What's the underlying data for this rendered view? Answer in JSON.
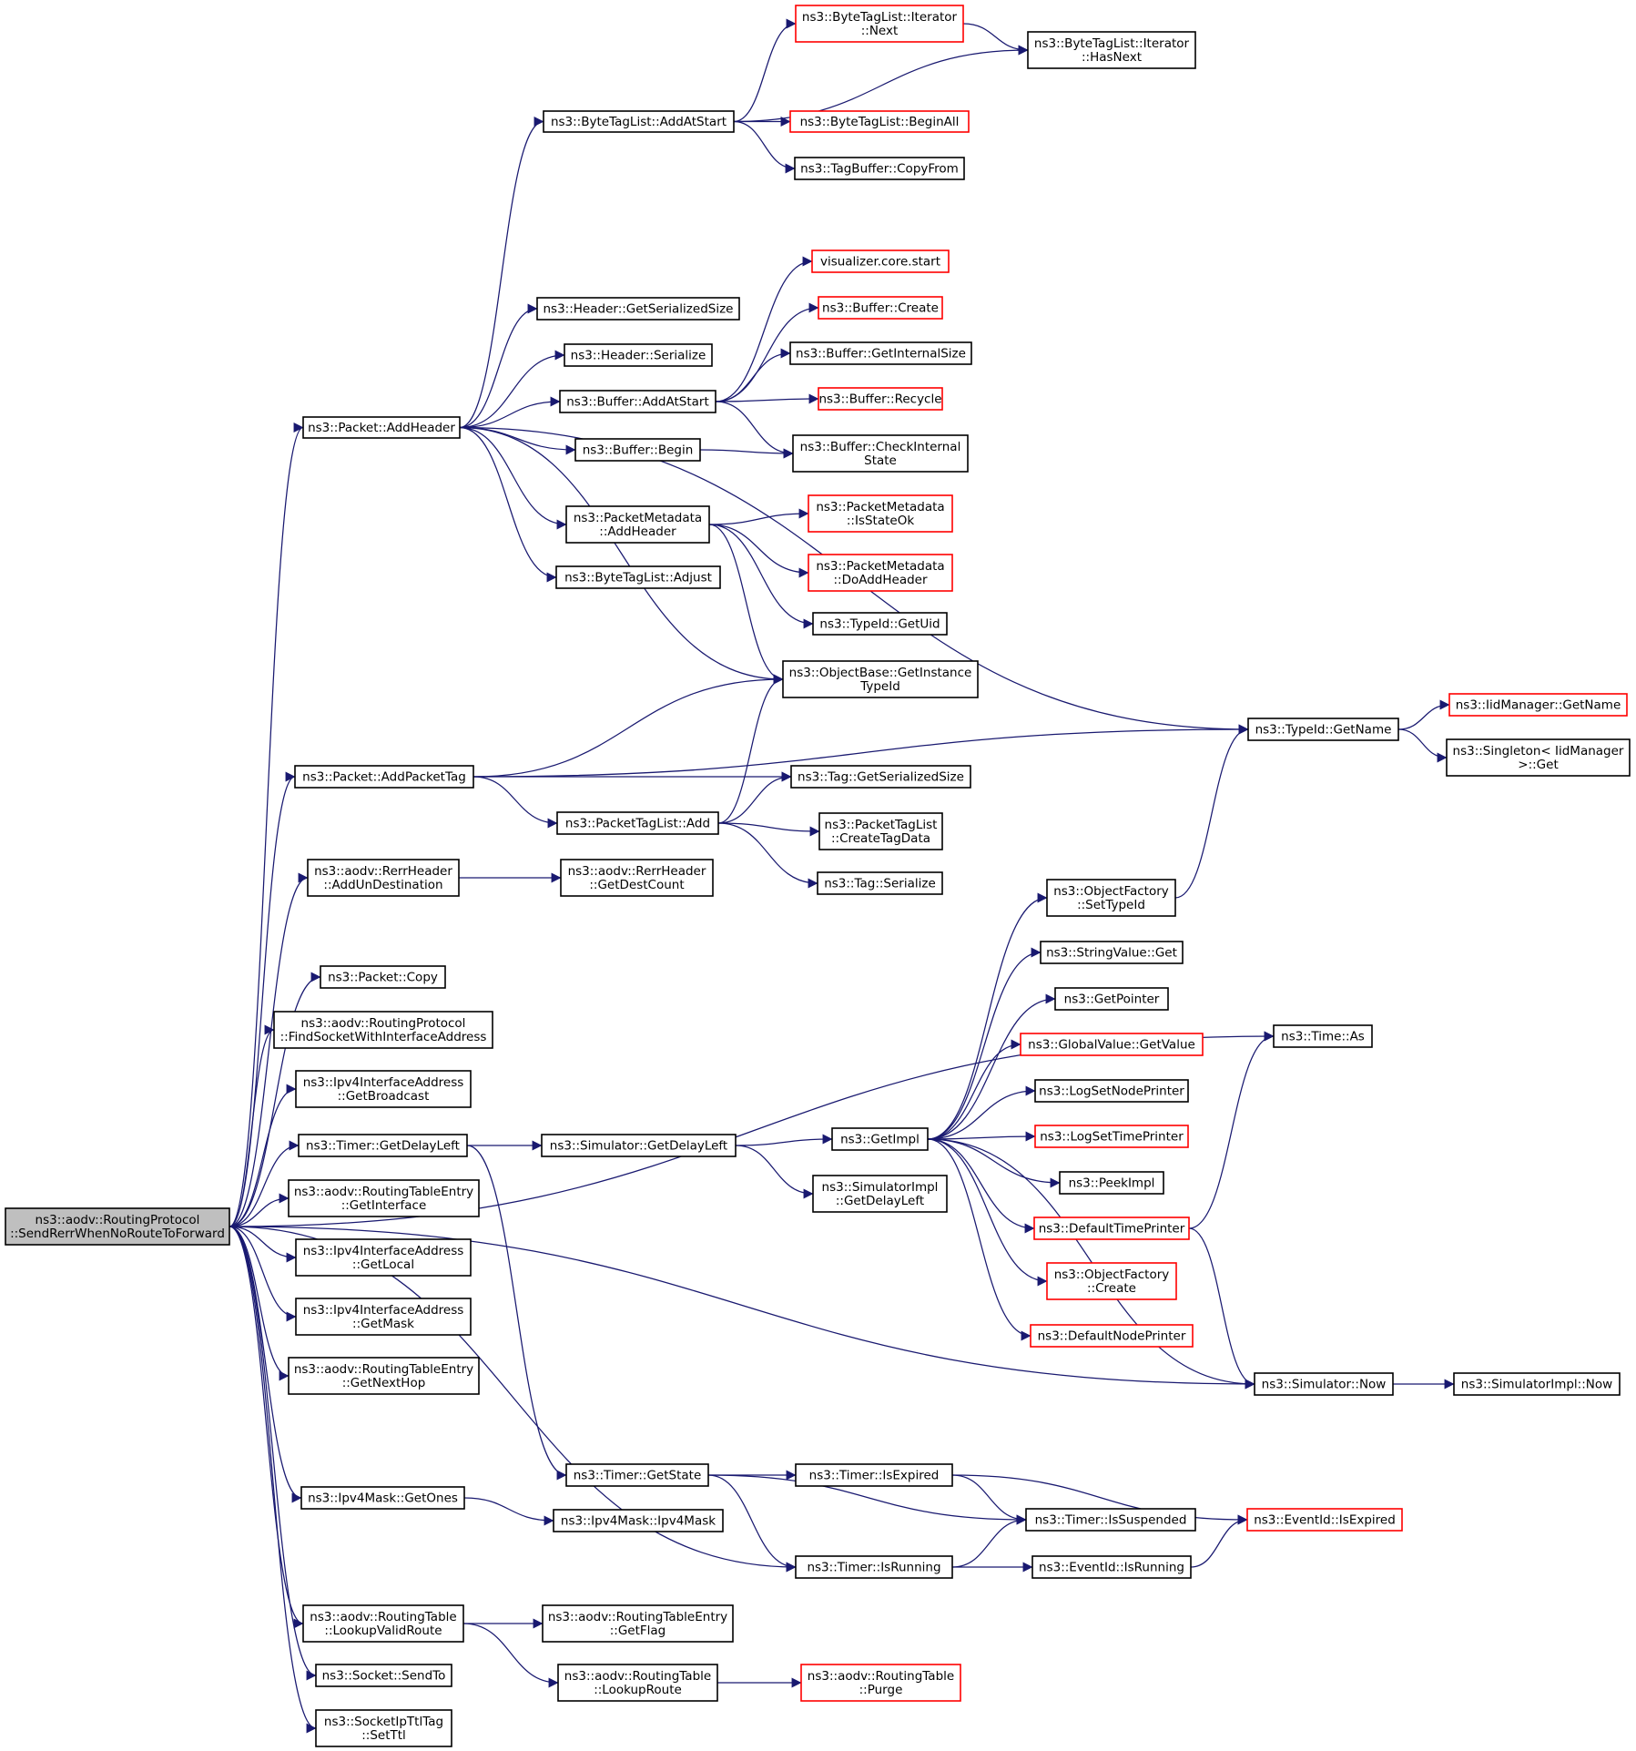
{
  "colors": {
    "edge": "#191970",
    "node_border_normal": "#000000",
    "node_border_truncated": "#ff0000",
    "root_fill": "#bfbfbf",
    "node_fill": "#ffffff",
    "background": "#ffffff"
  },
  "nodes": [
    {
      "id": "root",
      "lines": [
        "ns3::aodv::RoutingProtocol",
        "::SendRerrWhenNoRouteToForward"
      ],
      "style": "root"
    },
    {
      "id": "addHeader",
      "lines": [
        "ns3::Packet::AddHeader"
      ],
      "style": "normal"
    },
    {
      "id": "addPacketTag",
      "lines": [
        "ns3::Packet::AddPacketTag"
      ],
      "style": "normal"
    },
    {
      "id": "rerrAddUn",
      "lines": [
        "ns3::aodv::RerrHeader",
        "::AddUnDestination"
      ],
      "style": "normal"
    },
    {
      "id": "packetCopy",
      "lines": [
        "ns3::Packet::Copy"
      ],
      "style": "normal"
    },
    {
      "id": "findSocket",
      "lines": [
        "ns3::aodv::RoutingProtocol",
        "::FindSocketWithInterfaceAddress"
      ],
      "style": "normal"
    },
    {
      "id": "ipv4Broadcast",
      "lines": [
        "ns3::Ipv4InterfaceAddress",
        "::GetBroadcast"
      ],
      "style": "normal"
    },
    {
      "id": "timerDelayLeft",
      "lines": [
        "ns3::Timer::GetDelayLeft"
      ],
      "style": "normal"
    },
    {
      "id": "rtGetInterface",
      "lines": [
        "ns3::aodv::RoutingTableEntry",
        "::GetInterface"
      ],
      "style": "normal"
    },
    {
      "id": "ipv4Local",
      "lines": [
        "ns3::Ipv4InterfaceAddress",
        "::GetLocal"
      ],
      "style": "normal"
    },
    {
      "id": "ipv4Mask",
      "lines": [
        "ns3::Ipv4InterfaceAddress",
        "::GetMask"
      ],
      "style": "normal"
    },
    {
      "id": "rtNextHop",
      "lines": [
        "ns3::aodv::RoutingTableEntry",
        "::GetNextHop"
      ],
      "style": "normal"
    },
    {
      "id": "maskGetOnes",
      "lines": [
        "ns3::Ipv4Mask::GetOnes"
      ],
      "style": "normal"
    },
    {
      "id": "lookupValid",
      "lines": [
        "ns3::aodv::RoutingTable",
        "::LookupValidRoute"
      ],
      "style": "normal"
    },
    {
      "id": "socketSendTo",
      "lines": [
        "ns3::Socket::SendTo"
      ],
      "style": "normal"
    },
    {
      "id": "setTtl",
      "lines": [
        "ns3::SocketIpTtlTag",
        "::SetTtl"
      ],
      "style": "normal"
    },
    {
      "id": "btlAddAtStart",
      "lines": [
        "ns3::ByteTagList::AddAtStart"
      ],
      "style": "normal"
    },
    {
      "id": "hdrSerSize",
      "lines": [
        "ns3::Header::GetSerializedSize"
      ],
      "style": "normal"
    },
    {
      "id": "hdrSerialize",
      "lines": [
        "ns3::Header::Serialize"
      ],
      "style": "normal"
    },
    {
      "id": "bufAddAtStart",
      "lines": [
        "ns3::Buffer::AddAtStart"
      ],
      "style": "normal"
    },
    {
      "id": "bufBegin",
      "lines": [
        "ns3::Buffer::Begin"
      ],
      "style": "normal"
    },
    {
      "id": "pmAddHeader",
      "lines": [
        "ns3::PacketMetadata",
        "::AddHeader"
      ],
      "style": "normal"
    },
    {
      "id": "btlAdjust",
      "lines": [
        "ns3::ByteTagList::Adjust"
      ],
      "style": "normal"
    },
    {
      "id": "ptlAdd",
      "lines": [
        "ns3::PacketTagList::Add"
      ],
      "style": "normal"
    },
    {
      "id": "rerrDestCount",
      "lines": [
        "ns3::aodv::RerrHeader",
        "::GetDestCount"
      ],
      "style": "normal"
    },
    {
      "id": "simDelayLeft",
      "lines": [
        "ns3::Simulator::GetDelayLeft"
      ],
      "style": "normal"
    },
    {
      "id": "timerGetState",
      "lines": [
        "ns3::Timer::GetState"
      ],
      "style": "normal"
    },
    {
      "id": "maskCtor",
      "lines": [
        "ns3::Ipv4Mask::Ipv4Mask"
      ],
      "style": "normal"
    },
    {
      "id": "rtGetFlag",
      "lines": [
        "ns3::aodv::RoutingTableEntry",
        "::GetFlag"
      ],
      "style": "normal"
    },
    {
      "id": "rtLookupRoute",
      "lines": [
        "ns3::aodv::RoutingTable",
        "::LookupRoute"
      ],
      "style": "normal"
    },
    {
      "id": "iterNext",
      "lines": [
        "ns3::ByteTagList::Iterator",
        "::Next"
      ],
      "style": "truncated"
    },
    {
      "id": "btlBeginAll",
      "lines": [
        "ns3::ByteTagList::BeginAll"
      ],
      "style": "truncated"
    },
    {
      "id": "tbCopyFrom",
      "lines": [
        "ns3::TagBuffer::CopyFrom"
      ],
      "style": "normal"
    },
    {
      "id": "vizStart",
      "lines": [
        "visualizer.core.start"
      ],
      "style": "truncated"
    },
    {
      "id": "bufCreate",
      "lines": [
        "ns3::Buffer::Create"
      ],
      "style": "truncated"
    },
    {
      "id": "bufInternalSize",
      "lines": [
        "ns3::Buffer::GetInternalSize"
      ],
      "style": "normal"
    },
    {
      "id": "bufRecycle",
      "lines": [
        "ns3::Buffer::Recycle"
      ],
      "style": "truncated"
    },
    {
      "id": "bufCheckInternal",
      "lines": [
        "ns3::Buffer::CheckInternal",
        "State"
      ],
      "style": "normal"
    },
    {
      "id": "pmIsStateOk",
      "lines": [
        "ns3::PacketMetadata",
        "::IsStateOk"
      ],
      "style": "truncated"
    },
    {
      "id": "pmDoAddHeader",
      "lines": [
        "ns3::PacketMetadata",
        "::DoAddHeader"
      ],
      "style": "truncated"
    },
    {
      "id": "typeIdGetUid",
      "lines": [
        "ns3::TypeId::GetUid"
      ],
      "style": "normal"
    },
    {
      "id": "objGetInstTid",
      "lines": [
        "ns3::ObjectBase::GetInstance",
        "TypeId"
      ],
      "style": "normal"
    },
    {
      "id": "tagSerSize",
      "lines": [
        "ns3::Tag::GetSerializedSize"
      ],
      "style": "normal"
    },
    {
      "id": "ptlCreateTagData",
      "lines": [
        "ns3::PacketTagList",
        "::CreateTagData"
      ],
      "style": "normal"
    },
    {
      "id": "tagSerialize",
      "lines": [
        "ns3::Tag::Serialize"
      ],
      "style": "normal"
    },
    {
      "id": "simImplDelayLeft",
      "lines": [
        "ns3::SimulatorImpl",
        "::GetDelayLeft"
      ],
      "style": "normal"
    },
    {
      "id": "getImpl",
      "lines": [
        "ns3::GetImpl"
      ],
      "style": "normal"
    },
    {
      "id": "timerIsExpired",
      "lines": [
        "ns3::Timer::IsExpired"
      ],
      "style": "normal"
    },
    {
      "id": "timerIsRunning",
      "lines": [
        "ns3::Timer::IsRunning"
      ],
      "style": "normal"
    },
    {
      "id": "rtPurge",
      "lines": [
        "ns3::aodv::RoutingTable",
        "::Purge"
      ],
      "style": "truncated"
    },
    {
      "id": "iterHasNext",
      "lines": [
        "ns3::ByteTagList::Iterator",
        "::HasNext"
      ],
      "style": "normal"
    },
    {
      "id": "ofSetTypeId",
      "lines": [
        "ns3::ObjectFactory",
        "::SetTypeId"
      ],
      "style": "normal"
    },
    {
      "id": "stringValueGet",
      "lines": [
        "ns3::StringValue::Get"
      ],
      "style": "normal"
    },
    {
      "id": "getPointer",
      "lines": [
        "ns3::GetPointer"
      ],
      "style": "normal"
    },
    {
      "id": "gvGetValue",
      "lines": [
        "ns3::GlobalValue::GetValue"
      ],
      "style": "truncated"
    },
    {
      "id": "logSetNodePrinter",
      "lines": [
        "ns3::LogSetNodePrinter"
      ],
      "style": "normal"
    },
    {
      "id": "logSetTimePrinter",
      "lines": [
        "ns3::LogSetTimePrinter"
      ],
      "style": "truncated"
    },
    {
      "id": "peekImpl",
      "lines": [
        "ns3::PeekImpl"
      ],
      "style": "normal"
    },
    {
      "id": "defaultTimePrinter",
      "lines": [
        "ns3::DefaultTimePrinter"
      ],
      "style": "truncated"
    },
    {
      "id": "ofCreate",
      "lines": [
        "ns3::ObjectFactory",
        "::Create"
      ],
      "style": "truncated"
    },
    {
      "id": "defaultNodePrinter",
      "lines": [
        "ns3::DefaultNodePrinter"
      ],
      "style": "truncated"
    },
    {
      "id": "timerIsSuspended",
      "lines": [
        "ns3::Timer::IsSuspended"
      ],
      "style": "normal"
    },
    {
      "id": "eventIsRunning",
      "lines": [
        "ns3::EventId::IsRunning"
      ],
      "style": "normal"
    },
    {
      "id": "typeIdGetName",
      "lines": [
        "ns3::TypeId::GetName"
      ],
      "style": "normal"
    },
    {
      "id": "timeAs",
      "lines": [
        "ns3::Time::As"
      ],
      "style": "normal"
    },
    {
      "id": "simNow",
      "lines": [
        "ns3::Simulator::Now"
      ],
      "style": "normal"
    },
    {
      "id": "eventIsExpired",
      "lines": [
        "ns3::EventId::IsExpired"
      ],
      "style": "truncated"
    },
    {
      "id": "iidGetName",
      "lines": [
        "ns3::IidManager::GetName"
      ],
      "style": "truncated"
    },
    {
      "id": "singletonGet",
      "lines": [
        "ns3::Singleton< IidManager",
        ">::Get"
      ],
      "style": "normal"
    },
    {
      "id": "simImplNow",
      "lines": [
        "ns3::SimulatorImpl::Now"
      ],
      "style": "normal"
    }
  ],
  "edges": [
    [
      "root",
      "addHeader"
    ],
    [
      "root",
      "addPacketTag"
    ],
    [
      "root",
      "rerrAddUn"
    ],
    [
      "root",
      "timeAs"
    ],
    [
      "root",
      "packetCopy"
    ],
    [
      "root",
      "findSocket"
    ],
    [
      "root",
      "ipv4Broadcast"
    ],
    [
      "root",
      "timerDelayLeft"
    ],
    [
      "root",
      "rtGetInterface"
    ],
    [
      "root",
      "ipv4Local"
    ],
    [
      "root",
      "ipv4Mask"
    ],
    [
      "root",
      "rtNextHop"
    ],
    [
      "root",
      "simNow"
    ],
    [
      "root",
      "maskGetOnes"
    ],
    [
      "root",
      "timerIsRunning"
    ],
    [
      "root",
      "lookupValid"
    ],
    [
      "root",
      "socketSendTo"
    ],
    [
      "root",
      "setTtl"
    ],
    [
      "addHeader",
      "btlAddAtStart"
    ],
    [
      "addHeader",
      "typeIdGetName"
    ],
    [
      "addHeader",
      "hdrSerSize"
    ],
    [
      "addHeader",
      "hdrSerialize"
    ],
    [
      "addHeader",
      "bufAddAtStart"
    ],
    [
      "addHeader",
      "bufBegin"
    ],
    [
      "addHeader",
      "pmAddHeader"
    ],
    [
      "addHeader",
      "btlAdjust"
    ],
    [
      "addHeader",
      "objGetInstTid"
    ],
    [
      "btlAddAtStart",
      "iterNext"
    ],
    [
      "btlAddAtStart",
      "iterHasNext"
    ],
    [
      "btlAddAtStart",
      "btlBeginAll"
    ],
    [
      "btlAddAtStart",
      "tbCopyFrom"
    ],
    [
      "iterNext",
      "iterHasNext"
    ],
    [
      "bufAddAtStart",
      "vizStart"
    ],
    [
      "bufAddAtStart",
      "bufCreate"
    ],
    [
      "bufAddAtStart",
      "bufInternalSize"
    ],
    [
      "bufAddAtStart",
      "bufRecycle"
    ],
    [
      "bufAddAtStart",
      "bufCheckInternal"
    ],
    [
      "bufBegin",
      "bufCheckInternal"
    ],
    [
      "pmAddHeader",
      "pmIsStateOk"
    ],
    [
      "pmAddHeader",
      "pmDoAddHeader"
    ],
    [
      "pmAddHeader",
      "typeIdGetUid"
    ],
    [
      "pmAddHeader",
      "objGetInstTid"
    ],
    [
      "addPacketTag",
      "objGetInstTid"
    ],
    [
      "addPacketTag",
      "typeIdGetName"
    ],
    [
      "addPacketTag",
      "tagSerSize"
    ],
    [
      "addPacketTag",
      "ptlAdd"
    ],
    [
      "ptlAdd",
      "objGetInstTid"
    ],
    [
      "ptlAdd",
      "tagSerSize"
    ],
    [
      "ptlAdd",
      "ptlCreateTagData"
    ],
    [
      "ptlAdd",
      "tagSerialize"
    ],
    [
      "rerrAddUn",
      "rerrDestCount"
    ],
    [
      "timerDelayLeft",
      "simDelayLeft"
    ],
    [
      "timerDelayLeft",
      "timerGetState"
    ],
    [
      "simDelayLeft",
      "getImpl"
    ],
    [
      "simDelayLeft",
      "simImplDelayLeft"
    ],
    [
      "getImpl",
      "ofSetTypeId"
    ],
    [
      "getImpl",
      "stringValueGet"
    ],
    [
      "getImpl",
      "getPointer"
    ],
    [
      "getImpl",
      "gvGetValue"
    ],
    [
      "getImpl",
      "logSetNodePrinter"
    ],
    [
      "getImpl",
      "logSetTimePrinter"
    ],
    [
      "getImpl",
      "peekImpl"
    ],
    [
      "getImpl",
      "defaultTimePrinter"
    ],
    [
      "getImpl",
      "ofCreate"
    ],
    [
      "getImpl",
      "defaultNodePrinter"
    ],
    [
      "getImpl",
      "simNow"
    ],
    [
      "ofSetTypeId",
      "typeIdGetName"
    ],
    [
      "defaultTimePrinter",
      "timeAs"
    ],
    [
      "defaultTimePrinter",
      "simNow"
    ],
    [
      "typeIdGetName",
      "iidGetName"
    ],
    [
      "typeIdGetName",
      "singletonGet"
    ],
    [
      "simNow",
      "simImplNow"
    ],
    [
      "timerGetState",
      "timerIsExpired"
    ],
    [
      "timerGetState",
      "timerIsSuspended"
    ],
    [
      "timerGetState",
      "timerIsRunning"
    ],
    [
      "timerIsExpired",
      "timerIsSuspended"
    ],
    [
      "timerIsExpired",
      "eventIsExpired"
    ],
    [
      "timerIsRunning",
      "timerIsSuspended"
    ],
    [
      "timerIsRunning",
      "eventIsRunning"
    ],
    [
      "eventIsRunning",
      "eventIsExpired"
    ],
    [
      "maskGetOnes",
      "maskCtor"
    ],
    [
      "lookupValid",
      "rtGetFlag"
    ],
    [
      "lookupValid",
      "rtLookupRoute"
    ],
    [
      "rtLookupRoute",
      "rtPurge"
    ]
  ]
}
